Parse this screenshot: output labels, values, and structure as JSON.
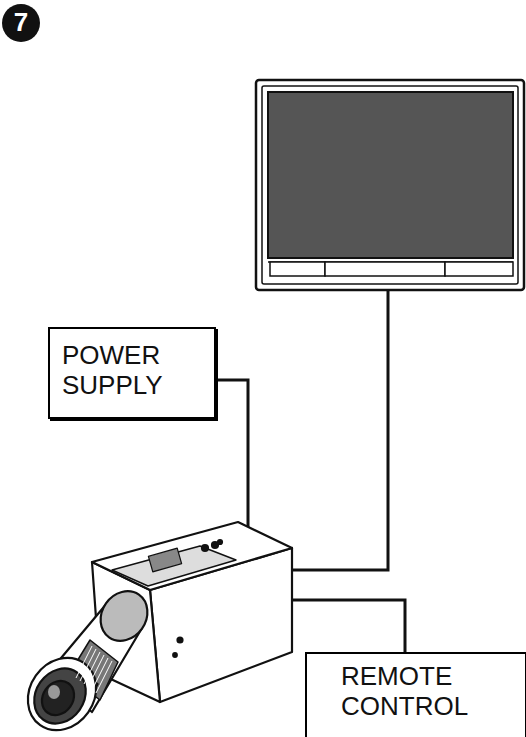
{
  "diagram": {
    "nodes": [
      {
        "text": [
          "POWER SUPPLY"
        ]
      },
      {
        "text": [
          "REMOTE CONTROL"
        ]
      }
    ],
    "labels": [
      "7"
    ]
  }
}
